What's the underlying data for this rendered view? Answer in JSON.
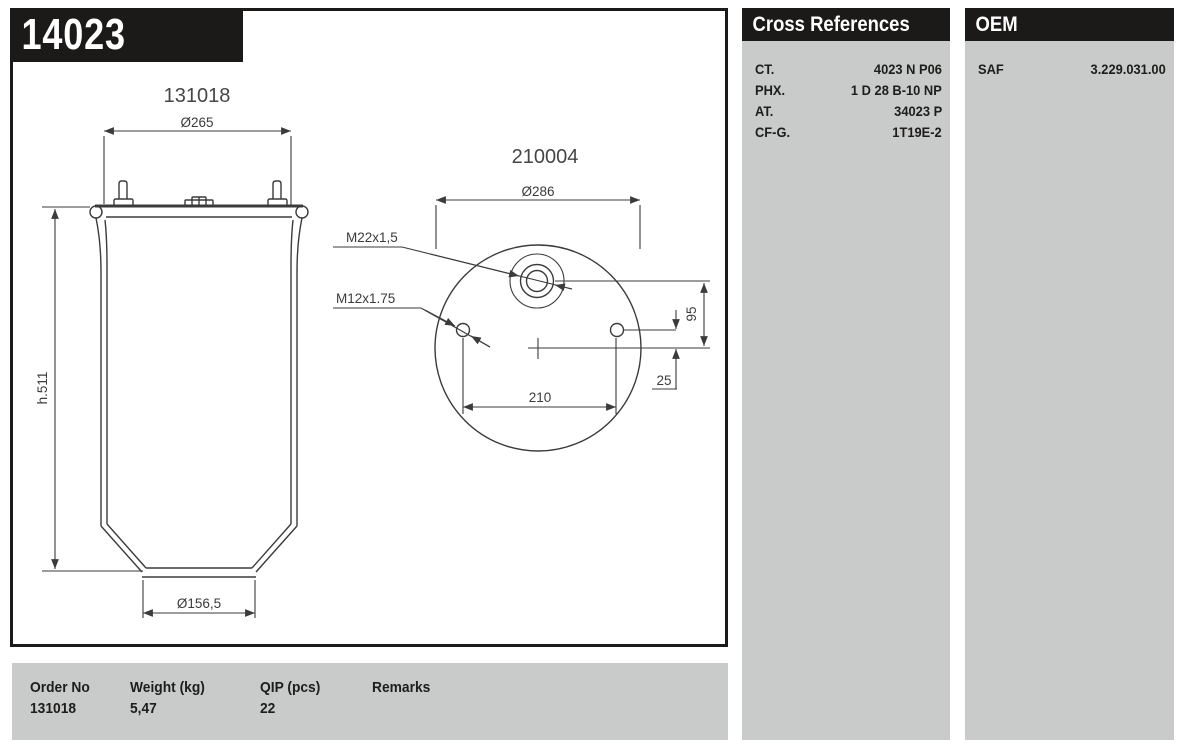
{
  "page": {
    "title_number": "14023"
  },
  "drawing": {
    "view1": {
      "part_number": "131018",
      "dim_top_diameter": "Ø265",
      "dim_height": "h.511",
      "dim_bottom_diameter": "Ø156,5"
    },
    "view2": {
      "part_number": "210004",
      "dim_diameter": "Ø286",
      "thread_center": "M22x1,5",
      "thread_side": "M12x1.75",
      "dim_vertical": "95",
      "dim_offset": "25",
      "dim_holes_distance": "210"
    }
  },
  "cross_references": {
    "header": "Cross References",
    "rows": [
      {
        "key": "CT.",
        "value": "4023 N P06"
      },
      {
        "key": "PHX.",
        "value": "1 D 28 B-10 NP"
      },
      {
        "key": "AT.",
        "value": "34023 P"
      },
      {
        "key": "CF-G.",
        "value": "1T19E-2"
      }
    ]
  },
  "oem": {
    "header": "OEM",
    "rows": [
      {
        "key": "SAF",
        "value": "3.229.031.00"
      }
    ]
  },
  "order_table": {
    "columns": [
      "Order No",
      "Weight (kg)",
      "QIP (pcs)",
      "Remarks"
    ],
    "row": {
      "order_no": "131018",
      "weight_kg": "5,47",
      "qip_pcs": "22",
      "remarks": ""
    }
  },
  "colors": {
    "header_black": "#1c1a19",
    "panel_gray": "#c9caca",
    "line_gray": "#3b3b3b",
    "text_dark": "#1d1d1b"
  }
}
